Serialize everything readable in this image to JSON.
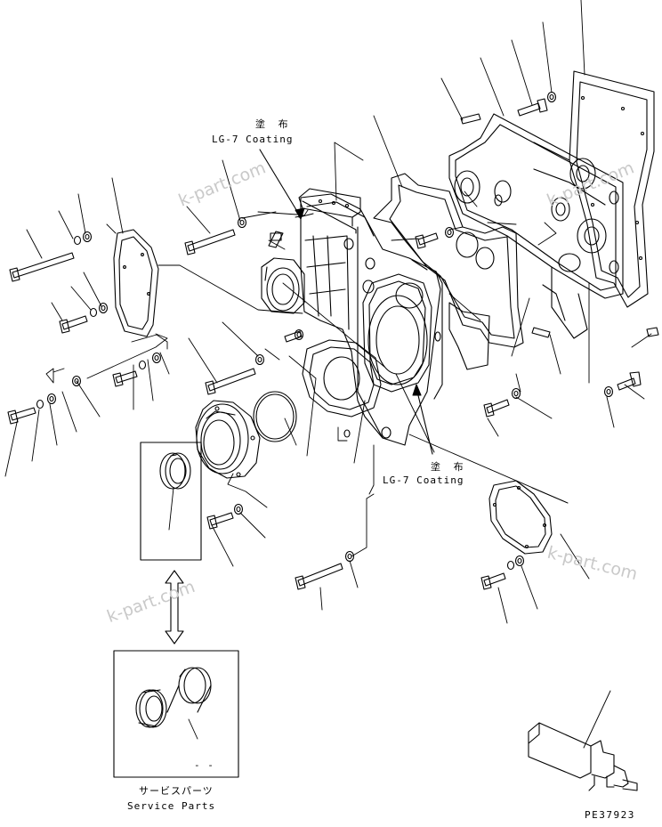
{
  "diagram": {
    "callout_top": {
      "jp": "塗 布",
      "en": "LG-7 Coating"
    },
    "callout_mid": {
      "jp": "塗 布",
      "en": "LG-7 Coating"
    },
    "service_box": {
      "dash_text": "- -",
      "jp": "サービスパーツ",
      "en": "Service Parts"
    },
    "watermark": "k-part.com",
    "part_code": "PE37923"
  },
  "colors": {
    "line": "#000000",
    "watermark": "#c9c9c9",
    "background": "#ffffff"
  }
}
